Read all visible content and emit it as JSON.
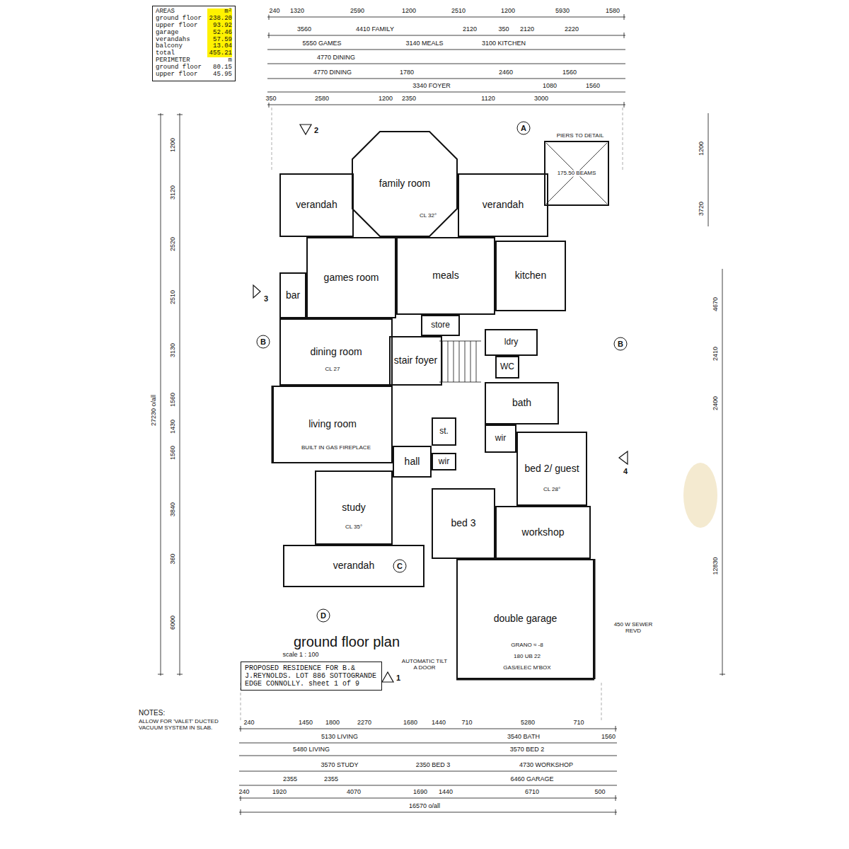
{
  "diagram": {
    "title": "ground floor plan",
    "caption": "scale 1 : 100",
    "nodes": [
      {
        "text": [
          "AREAS",
          "m²",
          "ground floor",
          "238.20",
          "upper floor",
          "93.92",
          "garage",
          "52.46",
          "verandahs",
          "57.59",
          "balcony",
          "13.04",
          "total",
          "455.21",
          "PERIMETER",
          "m",
          "ground floor",
          "80.15",
          "upper floor",
          "45.95"
        ]
      },
      {
        "text": [
          "verandah"
        ]
      },
      {
        "text": [
          "family room"
        ]
      },
      {
        "text": [
          "verandah"
        ]
      },
      {
        "text": [
          "games room"
        ]
      },
      {
        "text": [
          "bar"
        ]
      },
      {
        "text": [
          "meals"
        ]
      },
      {
        "text": [
          "kitchen"
        ]
      },
      {
        "text": [
          "dining room"
        ]
      },
      {
        "text": [
          "store"
        ]
      },
      {
        "text": [
          "stair foyer"
        ]
      },
      {
        "text": [
          "ldry"
        ]
      },
      {
        "text": [
          "WC"
        ]
      },
      {
        "text": [
          "bath"
        ]
      },
      {
        "text": [
          "living room"
        ]
      },
      {
        "text": [
          "st."
        ]
      },
      {
        "text": [
          "hall"
        ]
      },
      {
        "text": [
          "wir"
        ]
      },
      {
        "text": [
          "wir"
        ]
      },
      {
        "text": [
          "bed 2/ guest"
        ]
      },
      {
        "text": [
          "study"
        ]
      },
      {
        "text": [
          "bed 3"
        ]
      },
      {
        "text": [
          "workshop"
        ]
      },
      {
        "text": [
          "verandah"
        ]
      },
      {
        "text": [
          "double garage"
        ]
      },
      {
        "text": [
          "PROPOSED RESIDENCE FOR B.& J.REYNOLDS. LOT 886 SOTTOGRANDE EDGE CONNOLLY. sheet 1 of 9"
        ]
      }
    ],
    "labels": [
      "240",
      "1320",
      "2590",
      "1200",
      "2510",
      "1200",
      "5930",
      "1580",
      "3560",
      "4410 FAMILY",
      "2120",
      "350",
      "2120",
      "2220",
      "5550 GAMES",
      "3140 MEALS",
      "3100 KITCHEN",
      "4770 DINING",
      "4770 DINING",
      "1780",
      "2460",
      "1560",
      "3340 FOYER",
      "1080",
      "1560",
      "350",
      "2580",
      "1200",
      "2350",
      "1120",
      "3000",
      "1200",
      "3120",
      "2520",
      "2510",
      "3130",
      "1560",
      "1430",
      "1560",
      "3840",
      "360",
      "6000",
      "27230 o/all",
      "1200",
      "3720",
      "4670",
      "2410",
      "2400",
      "12830",
      "240",
      "1450",
      "1800",
      "2270",
      "1680",
      "1440",
      "710",
      "5280",
      "710",
      "5130 LIVING",
      "3540 BATH",
      "1560",
      "5480 LIVING",
      "3570 BED 2",
      "3570 STUDY",
      "2350 BED 3",
      "4730 WORKSHOP",
      "2355",
      "2355",
      "6460 GARAGE",
      "240",
      "1920",
      "4070",
      "1690",
      "1440",
      "6710",
      "500",
      "16570 o/all",
      "A",
      "B",
      "B",
      "C",
      "D",
      "1",
      "2",
      "3",
      "4",
      "NOTES:",
      "ALLOW FOR 'VALET' DUCTED VACUUM SYSTEM IN SLAB.",
      "CL 32°",
      "CL 27",
      "BUILT IN GAS FIREPLACE",
      "CL 35°",
      "CL 28°",
      "GRANO ≈ -8",
      "180 UB 22",
      "GAS/ELEC M'BOX",
      "AUTOMATIC TILT A DOOR",
      "PIERS TO DETAIL",
      "175.50 BEAMS",
      "450 W SEWER REVD"
    ]
  }
}
